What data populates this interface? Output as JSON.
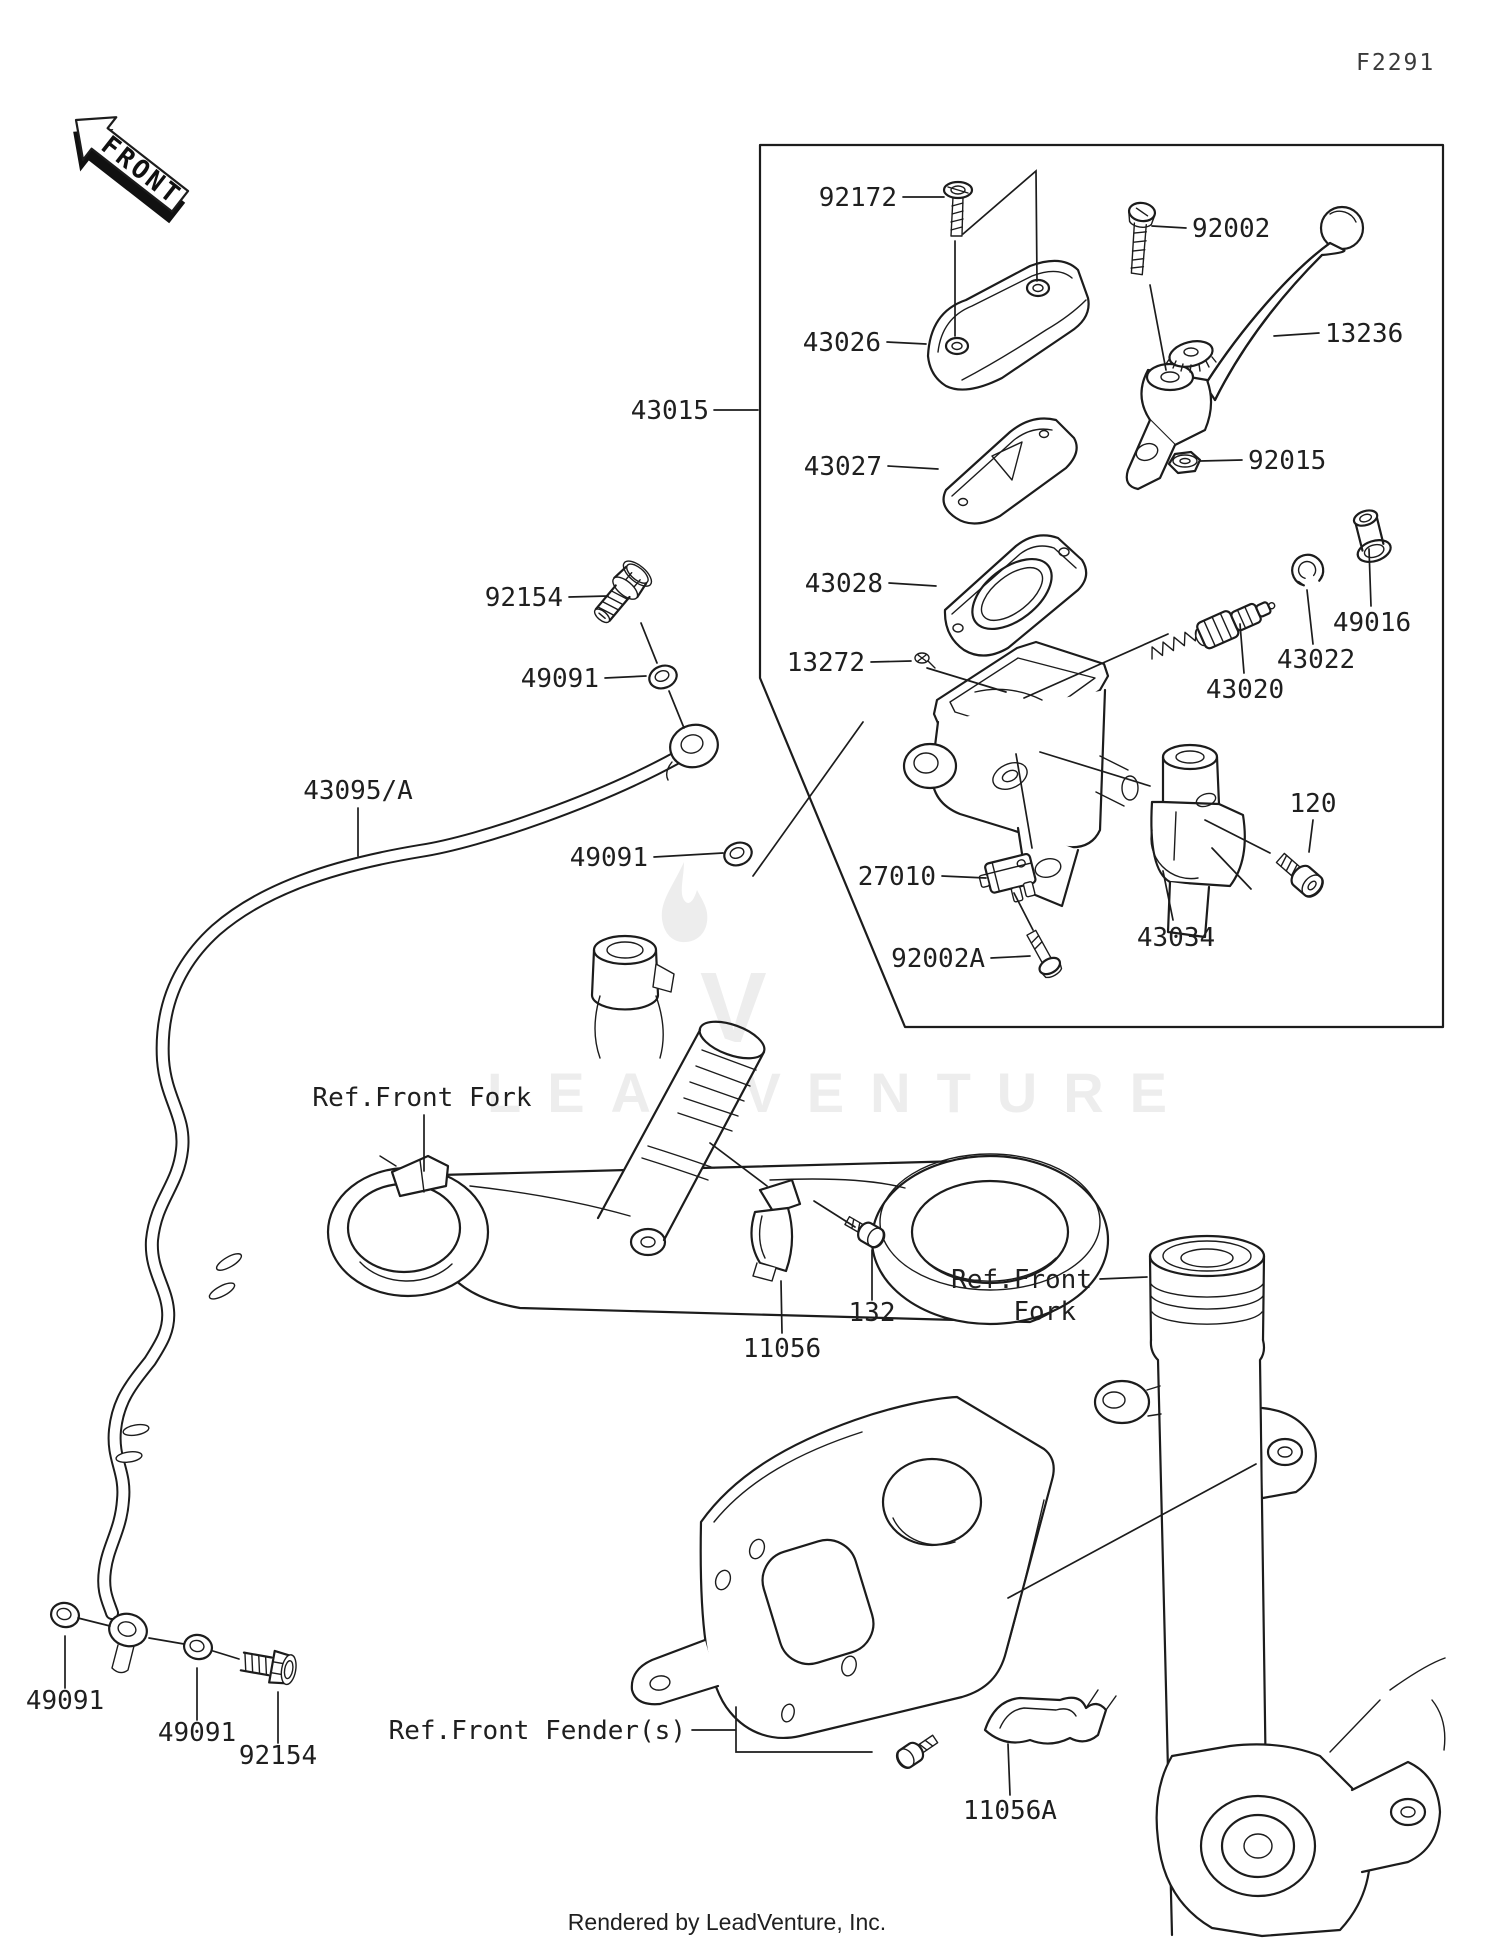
{
  "page": {
    "code": "F2291",
    "front_marker": "FRONT",
    "watermark_text": "LEADVENTURE",
    "watermark_monogram": "V",
    "footer": "Rendered by LeadVenture, Inc."
  },
  "colors": {
    "line": "#1c1c1c",
    "label_text": "#1f1f1f",
    "watermark": "#ededed",
    "background": "#ffffff"
  },
  "diagram_title_implied": "Front Master Cylinder",
  "labels": [
    {
      "id": "92172",
      "text": "92172"
    },
    {
      "id": "43026",
      "text": "43026"
    },
    {
      "id": "43015",
      "text": "43015"
    },
    {
      "id": "43027",
      "text": "43027"
    },
    {
      "id": "43028",
      "text": "43028"
    },
    {
      "id": "13272",
      "text": "13272"
    },
    {
      "id": "92002",
      "text": "92002"
    },
    {
      "id": "13236",
      "text": "13236"
    },
    {
      "id": "92015",
      "text": "92015"
    },
    {
      "id": "49016",
      "text": "49016"
    },
    {
      "id": "43022",
      "text": "43022"
    },
    {
      "id": "43020",
      "text": "43020"
    },
    {
      "id": "120",
      "text": "120"
    },
    {
      "id": "43034",
      "text": "43034"
    },
    {
      "id": "27010",
      "text": "27010"
    },
    {
      "id": "92002A",
      "text": "92002A"
    },
    {
      "id": "92154-upper",
      "text": "92154"
    },
    {
      "id": "49091-upper-1",
      "text": "49091"
    },
    {
      "id": "43095A",
      "text": "43095/A"
    },
    {
      "id": "49091-upper-2",
      "text": "49091"
    },
    {
      "id": "ref-front-fork-upper",
      "text": "Ref.Front Fork"
    },
    {
      "id": "11056",
      "text": "11056"
    },
    {
      "id": "132",
      "text": "132"
    },
    {
      "id": "ref-front-fork-right-line1",
      "text": "Ref.Front"
    },
    {
      "id": "ref-front-fork-right-line2",
      "text": "Fork"
    },
    {
      "id": "49091-lower-1",
      "text": "49091"
    },
    {
      "id": "49091-lower-2",
      "text": "49091"
    },
    {
      "id": "92154-lower",
      "text": "92154"
    },
    {
      "id": "ref-front-fenders",
      "text": "Ref.Front Fender(s)"
    },
    {
      "id": "11056A",
      "text": "11056A"
    }
  ]
}
